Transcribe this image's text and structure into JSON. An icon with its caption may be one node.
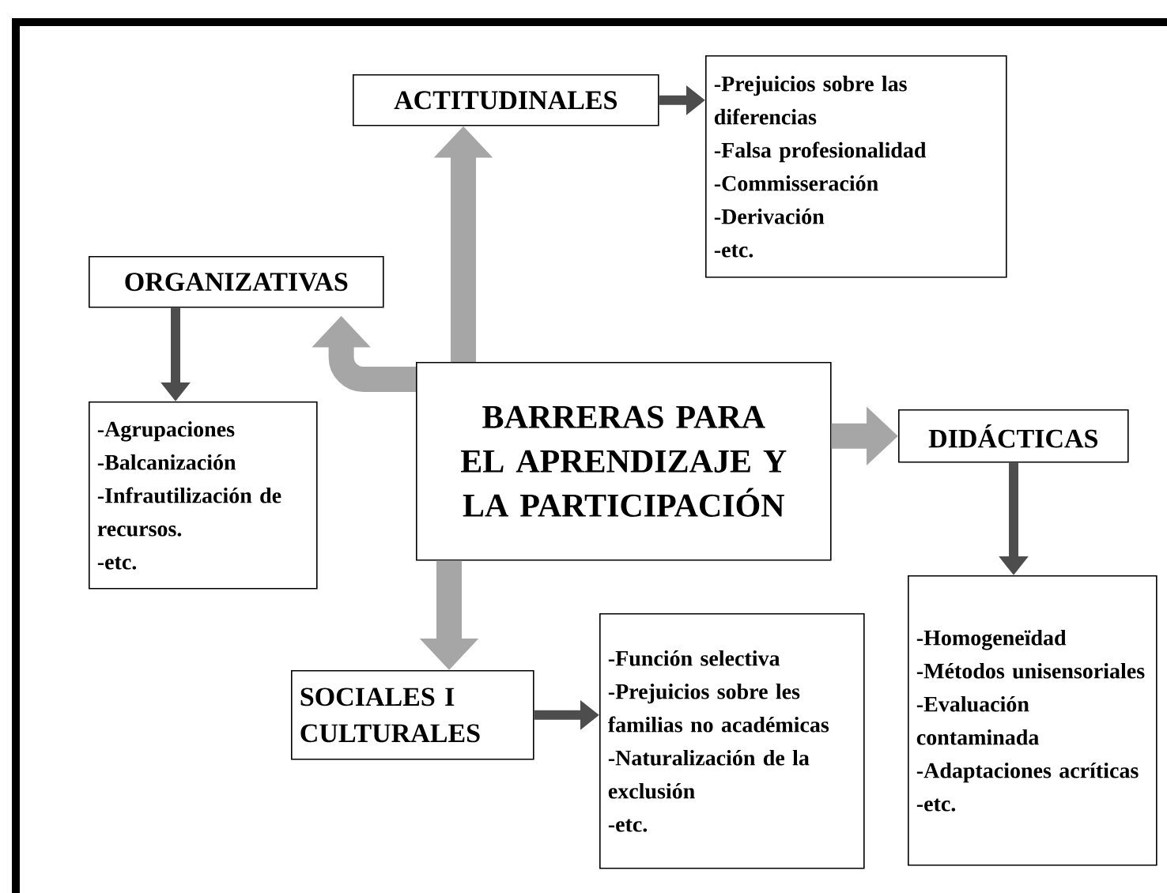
{
  "diagram": {
    "nodes": [
      {
        "text": [
          "ACTITUDINALES"
        ]
      },
      {
        "text": [
          "-Prejuicios sobre las diferencias",
          "-Falsa profesionalidad",
          "-Commisseración",
          "-Derivación",
          "-etc."
        ]
      },
      {
        "text": [
          "ORGANIZATIVAS"
        ]
      },
      {
        "text": [
          "-Agrupaciones",
          "-Balcanización",
          "-Infrautilización de recursos.",
          "-etc."
        ]
      },
      {
        "text": [
          "BARRERAS PARA EL APRENDIZAJE Y LA PARTICIPACIÓN"
        ]
      },
      {
        "text": [
          "DIDÁCTICAS"
        ]
      },
      {
        "text": [
          "-Homogeneïdad",
          "-Métodos unisensoriales",
          "-Evaluación contaminada",
          "-Adaptaciones acríticas",
          "-etc."
        ]
      },
      {
        "text": [
          "SOCIALES I CULTURALES"
        ]
      },
      {
        "text": [
          "-Función selectiva",
          "-Prejuicios sobre les familias no académicas",
          "-Naturalización de la exclusión",
          "-etc."
        ]
      }
    ],
    "edges": [
      {
        "from": 4,
        "to": 0,
        "arrow": "to",
        "style": "thick",
        "color": "#a6a6a6"
      },
      {
        "from": 4,
        "to": 2,
        "arrow": "to",
        "style": "thick",
        "color": "#a6a6a6"
      },
      {
        "from": 4,
        "to": 5,
        "arrow": "to",
        "style": "thick",
        "color": "#a6a6a6"
      },
      {
        "from": 4,
        "to": 7,
        "arrow": "to",
        "style": "thick",
        "color": "#a6a6a6"
      },
      {
        "from": 0,
        "to": 1,
        "arrow": "to"
      },
      {
        "from": 2,
        "to": 3,
        "arrow": "to"
      },
      {
        "from": 5,
        "to": 6,
        "arrow": "to"
      },
      {
        "from": 7,
        "to": 8,
        "arrow": "to"
      }
    ]
  }
}
